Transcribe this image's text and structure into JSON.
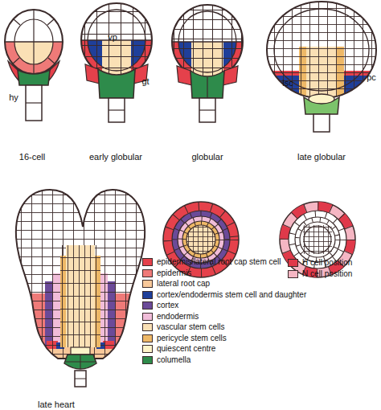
{
  "diagram": {
    "labels": [
      "vp",
      "hy",
      "gt",
      "lsc",
      "pc",
      "16-cell",
      "early globular",
      "globular",
      "late globular",
      "late heart"
    ],
    "legend": [
      {
        "text": "epidermis/lateral root cap stem cell",
        "color": "#e5414b"
      },
      {
        "text": "epidermis",
        "color": "#ef7a78"
      },
      {
        "text": "lateral root cap",
        "color": "#f8c89a"
      },
      {
        "text": "cortex/endodermis stem cell and daughter",
        "color": "#1f3f9a"
      },
      {
        "text": "cortex",
        "color": "#6b4a98"
      },
      {
        "text": "endodermis",
        "color": "#f1bdd9"
      },
      {
        "text": "vascular stem cells",
        "color": "#fae0b5"
      },
      {
        "text": "pericycle stem cells",
        "color": "#eeb867"
      },
      {
        "text": "quiescent centre",
        "color": "#fdf3c8"
      },
      {
        "text": "columella",
        "color": "#2e8b4b"
      },
      {
        "text": "H cell position",
        "color": "#e0394a"
      },
      {
        "text": "N cell position",
        "color": "#f5b6c3"
      }
    ]
  }
}
